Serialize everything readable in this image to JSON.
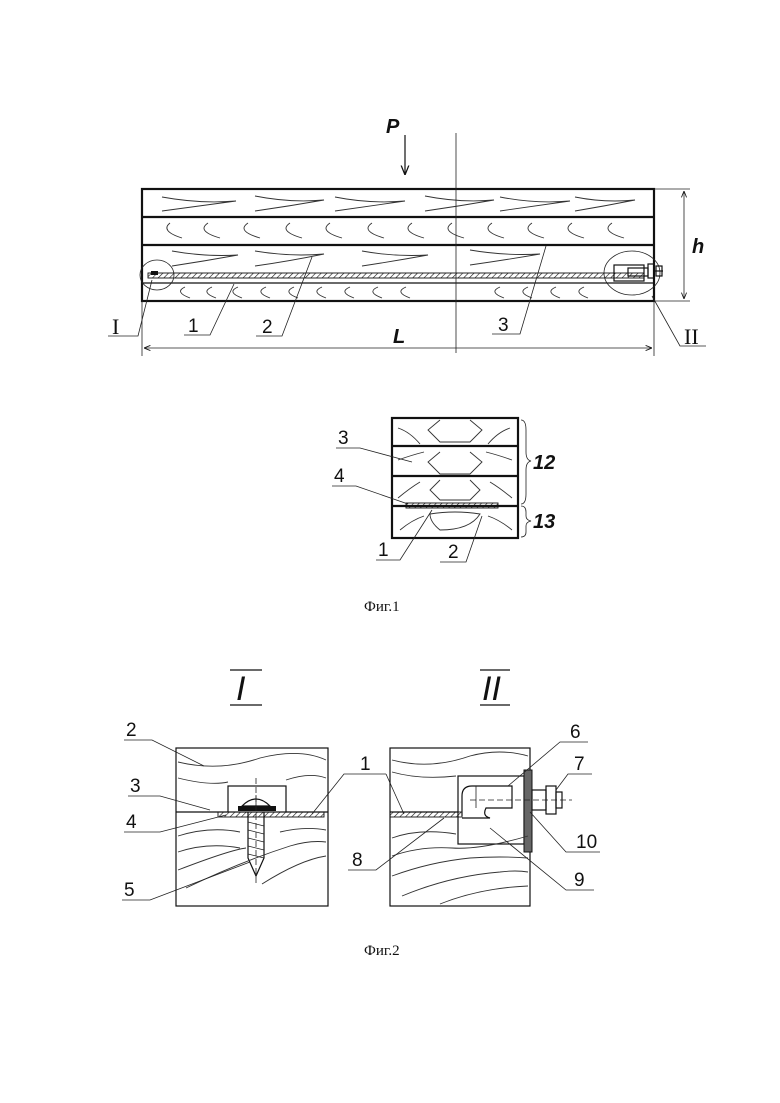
{
  "fig1": {
    "load": "P",
    "height": "h",
    "length": "L",
    "detail_1": "I",
    "detail_2": "II",
    "part_1": "1",
    "part_2": "2",
    "part_3": "3",
    "section_part_3": "3",
    "section_part_4": "4",
    "section_part_1": "1",
    "section_part_2": "2",
    "section_group_12": "12",
    "section_group_13": "13",
    "caption": "Фиг.1"
  },
  "fig2": {
    "view_1": "I",
    "view_2": "II",
    "left_part_2": "2",
    "left_part_3": "3",
    "left_part_4": "4",
    "left_part_5": "5",
    "shared_part_1": "1",
    "right_part_6": "6",
    "right_part_7": "7",
    "right_part_8": "8",
    "right_part_9": "9",
    "right_part_10": "10",
    "caption": "Фиг.2"
  }
}
